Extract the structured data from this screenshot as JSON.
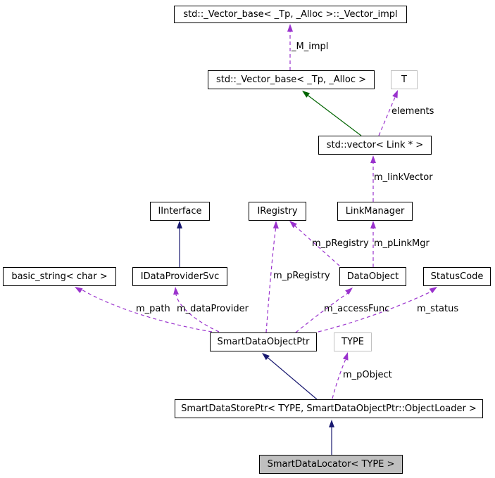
{
  "diagram_type": "collaboration-class-diagram",
  "nodes": {
    "vector_impl": {
      "label": "std::_Vector_base< _Tp, _Alloc >::_Vector_impl"
    },
    "vector_base": {
      "label": "std::_Vector_base< _Tp, _Alloc >"
    },
    "t": {
      "label": "T"
    },
    "std_vector": {
      "label": "std::vector< Link * >"
    },
    "iinterface": {
      "label": "IInterface"
    },
    "iregistry": {
      "label": "IRegistry"
    },
    "link_manager": {
      "label": "LinkManager"
    },
    "basic_string": {
      "label": "basic_string< char >"
    },
    "idataprovidersvc": {
      "label": "IDataProviderSvc"
    },
    "dataobject": {
      "label": "DataObject"
    },
    "statuscode": {
      "label": "StatusCode"
    },
    "smartdataobjectptr": {
      "label": "SmartDataObjectPtr"
    },
    "type": {
      "label": "TYPE"
    },
    "smartdatastoreptr": {
      "label": "SmartDataStorePtr< TYPE, SmartDataObjectPtr::ObjectLoader >"
    },
    "smartdatalocator": {
      "label": "SmartDataLocator< TYPE >"
    }
  },
  "edge_labels": {
    "m_impl": "_M_impl",
    "elements": "elements",
    "m_link_vector": "m_linkVector",
    "m_p_registry_dataobject": "m_pRegistry",
    "m_p_link_mgr": "m_pLinkMgr",
    "m_p_registry_smartptr": "m_pRegistry",
    "m_path": "m_path",
    "m_data_provider": "m_dataProvider",
    "m_access_func": "m_accessFunc",
    "m_status": "m_status",
    "m_p_object": "m_pObject"
  },
  "colors": {
    "usage_edge": "#9a32cd",
    "inheritance_edge": "#191970",
    "template_inheritance_edge": "#006400",
    "node_border": "#000000",
    "template_node_border": "#c0c0c0",
    "node_fill": "#ffffff",
    "current_node_fill": "#bfbfbf"
  }
}
